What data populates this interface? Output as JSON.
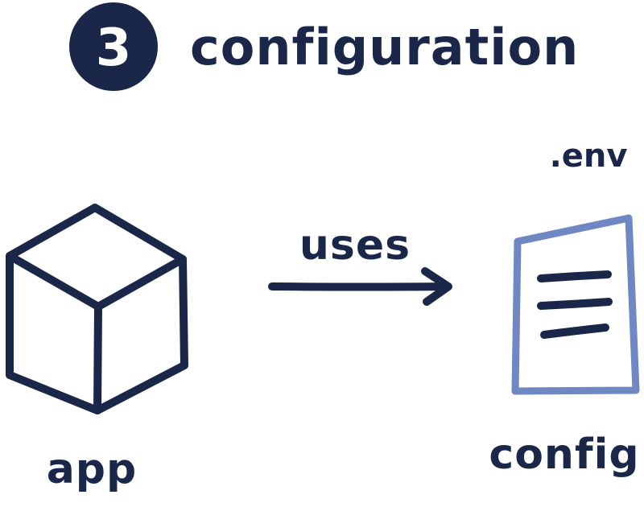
{
  "title": {
    "step_number": "3",
    "text": "configuration"
  },
  "nodes": {
    "app": {
      "label": "app",
      "icon": "cube-icon"
    },
    "config": {
      "label": "config",
      "filename": ".env",
      "icon": "document-icon"
    }
  },
  "edge": {
    "label": "uses",
    "icon": "arrow-right-icon"
  },
  "colors": {
    "ink": "#1b2748",
    "document_stroke": "#6f87c2",
    "background": "#ffffff"
  }
}
